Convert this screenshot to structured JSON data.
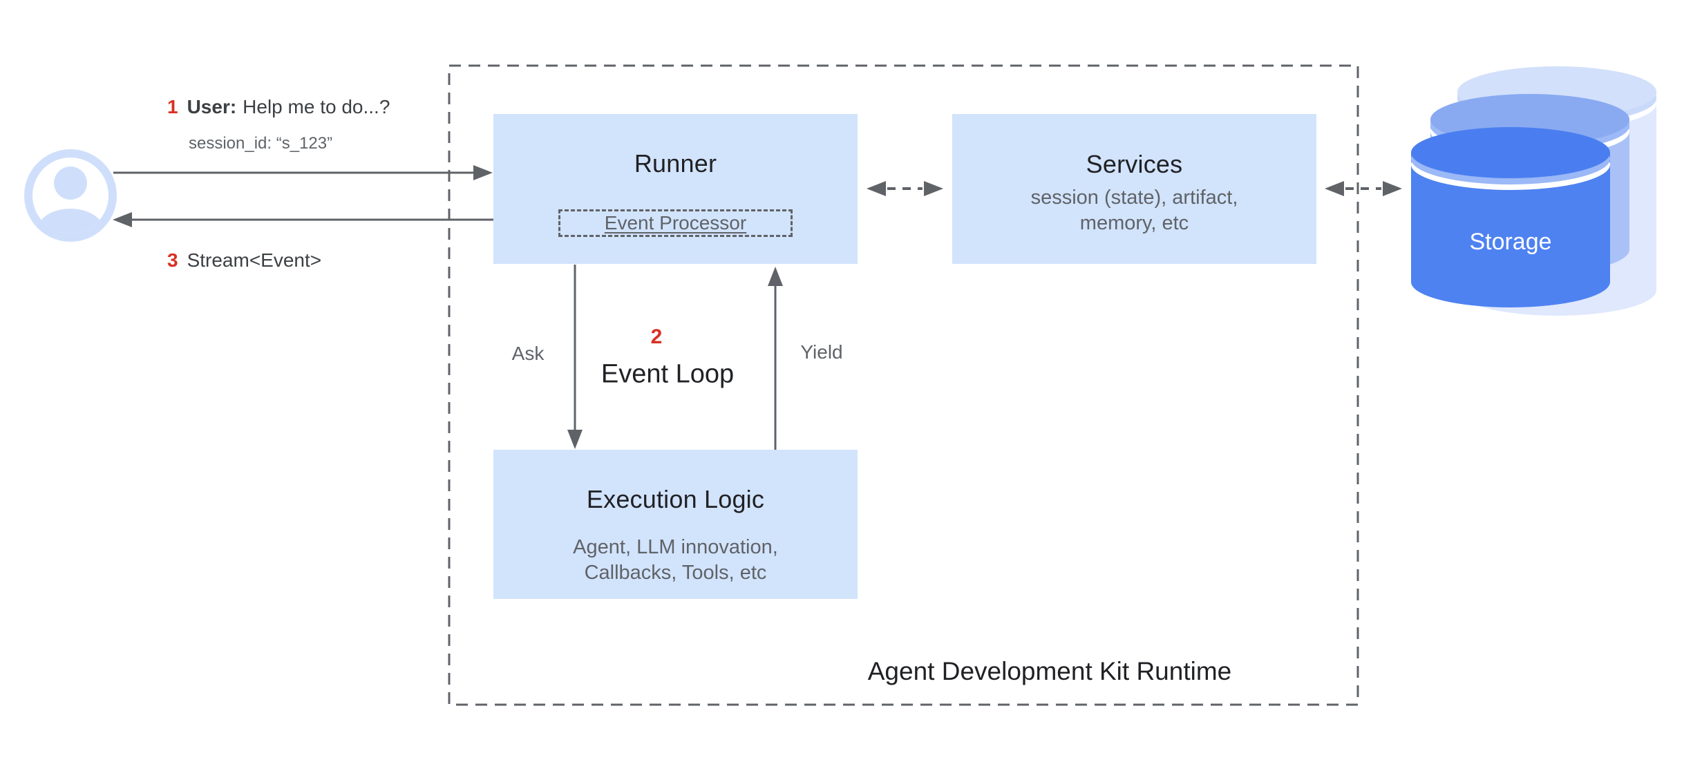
{
  "user_flow": {
    "step1": {
      "number": "1",
      "label": "User:",
      "message": "Help me to do...?"
    },
    "session_id": "session_id: “s_123”",
    "step3": {
      "number": "3",
      "label": "Stream<Event>"
    }
  },
  "runtime": {
    "label": "Agent Development Kit Runtime",
    "runner": {
      "title": "Runner",
      "event_processor": "Event Processor"
    },
    "services": {
      "title": "Services",
      "line1": "session (state), artifact,",
      "line2": "memory, etc"
    },
    "execution_logic": {
      "title": "Execution Logic",
      "line1": "Agent, LLM innovation,",
      "line2": "Callbacks, Tools, etc"
    },
    "event_loop": {
      "number": "2",
      "label": "Event Loop",
      "ask_label": "Ask",
      "yield_label": "Yield"
    }
  },
  "storage": {
    "label": "Storage"
  },
  "colors": {
    "box_fill": "#d2e3fc",
    "accent_red": "#d93025",
    "text_dark": "#202124",
    "text_gray": "#5f6368",
    "arrow_gray": "#5f6368",
    "user_icon_blue": "#cfdffb",
    "storage_front_blue": "#4a7ef0",
    "storage_mid_blue": "#89aaf1",
    "storage_back_blue": "#d2e0fb"
  }
}
